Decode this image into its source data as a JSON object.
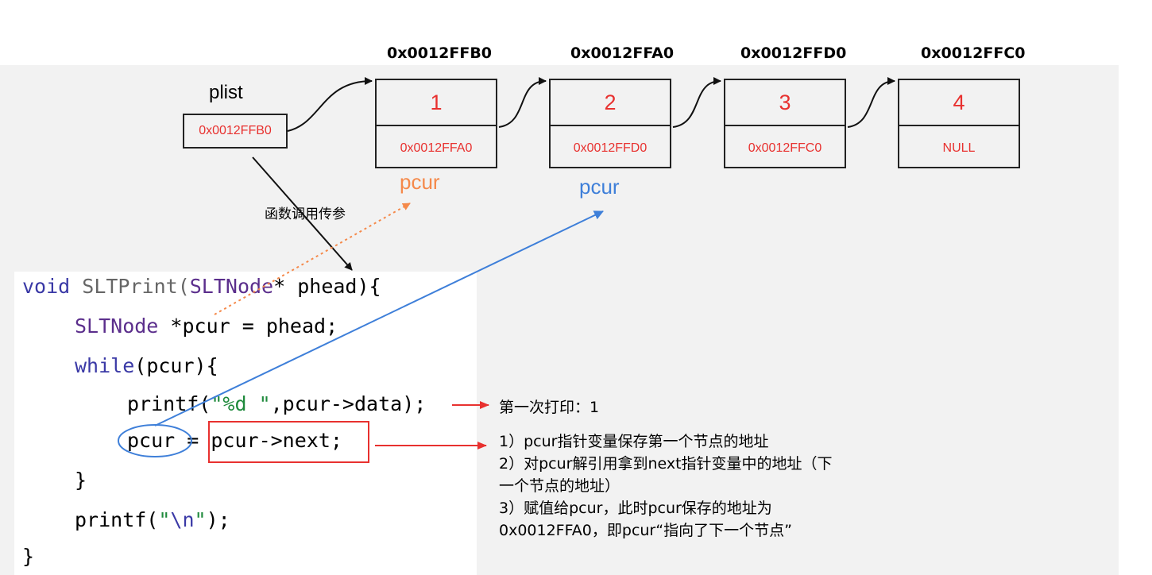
{
  "plist": {
    "title": "plist",
    "value": "0x0012FFB0"
  },
  "nodes": [
    {
      "address": "0x0012FFB0",
      "data": "1",
      "next": "0x0012FFA0"
    },
    {
      "address": "0x0012FFA0",
      "data": "2",
      "next": "0x0012FFD0"
    },
    {
      "address": "0x0012FFD0",
      "data": "3",
      "next": "0x0012FFC0"
    },
    {
      "address": "0x0012FFC0",
      "data": "4",
      "next": "NULL"
    }
  ],
  "pcur_labels": {
    "first": "pcur",
    "second": "pcur"
  },
  "call_label": "函数调用传参",
  "code": {
    "l1_kw": "void",
    "l1_fn": "SLTPrint(",
    "l1_ty": "SLTNode",
    "l1_rest": "* phead){",
    "l2_ty": "SLTNode",
    "l2_rest": " *pcur = phead;",
    "l3_kw": "while",
    "l3_rest": "(pcur){",
    "l4_a": "printf(",
    "l4_str": "\"%d \"",
    "l4_b": ",pcur->data);",
    "l5_a": "pcur",
    "l5_eq": " = ",
    "l5_b": "pcur->next;",
    "l6": "}",
    "l7_a": "printf(",
    "l7_q1": "\"",
    "l7_esc": "\\n",
    "l7_q2": "\"",
    "l7_b": ");",
    "l8": "}"
  },
  "notes": {
    "print_note": "第一次打印：1",
    "step1": "1）pcur指针变量保存第一个节点的地址",
    "step2a": "2）对pcur解引用拿到next指针变量中的地址（下",
    "step2b": "一个节点的地址）",
    "step3a": "3）赋值给pcur，此时pcur保存的地址为",
    "step3b": "0x0012FFA0，即pcur“指向了下一个节点”"
  },
  "colors": {
    "red": "#e8312f",
    "orange": "#f5894a",
    "blue": "#3e7fd9",
    "band": "#f2f2f2"
  }
}
